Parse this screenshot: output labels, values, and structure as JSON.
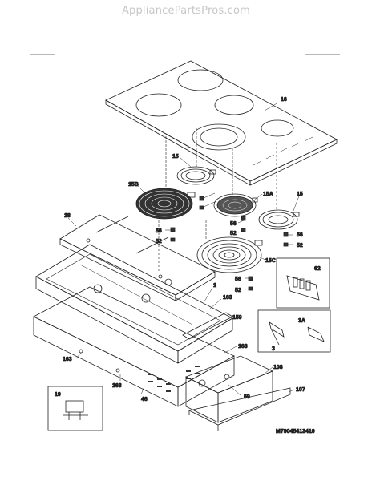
{
  "watermark": "AppliancePartsPros.com",
  "diagram_code": "M79045413410",
  "part_labels": [
    "16",
    "15",
    "15B",
    "56",
    "52",
    "15A",
    "15",
    "56",
    "52",
    "56",
    "52",
    "15C",
    "56",
    "52",
    "62",
    "18",
    "1",
    "163",
    "159",
    "3A",
    "3",
    "163",
    "163",
    "108",
    "107",
    "19",
    "163",
    "46",
    "59"
  ]
}
